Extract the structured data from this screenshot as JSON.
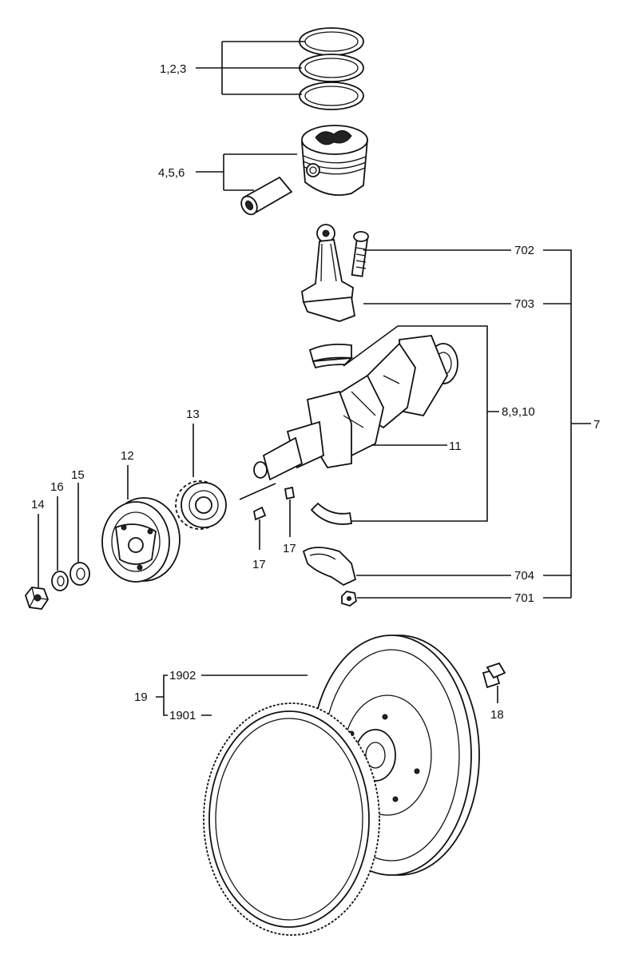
{
  "labels": {
    "rings": "1,2,3",
    "piston": "4,5,6",
    "rod_bolt": "702",
    "rod_cap_line": "703",
    "bearings": "8,9,10",
    "crankshaft": "11",
    "rod_assembly": "7",
    "crank_gear": "13",
    "pulley": "12",
    "washer_15": "15",
    "washer_16": "16",
    "nut_14": "14",
    "key_left": "17",
    "key_right": "17",
    "rod_cap": "704",
    "rod_nut": "701",
    "ring_gear_top": "1902",
    "flywheel_group": "19",
    "ring_gear": "1901",
    "flywheel_bolt": "18"
  }
}
